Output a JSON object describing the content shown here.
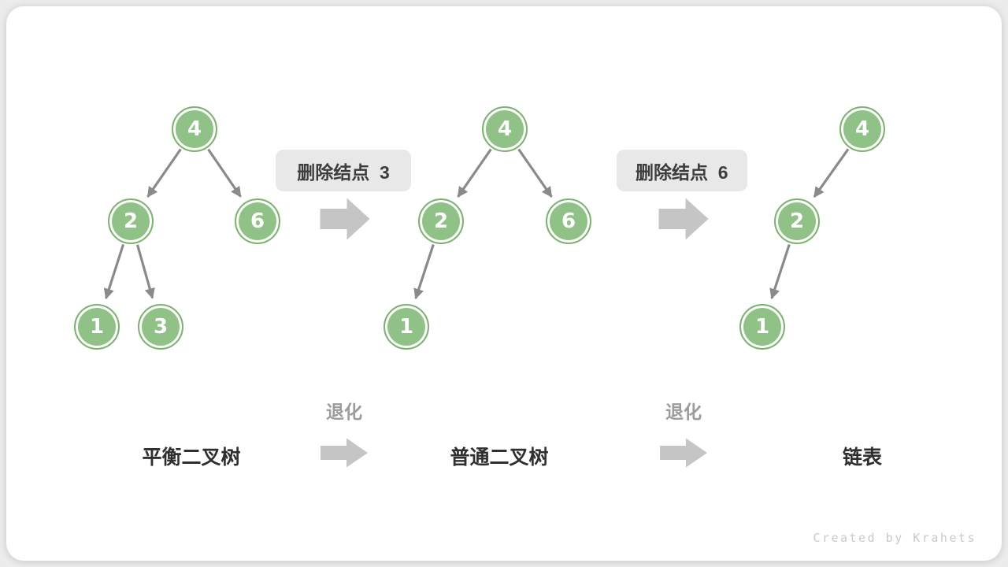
{
  "diagram": {
    "trees": [
      {
        "label": "平衡二叉树",
        "nodes": [
          {
            "value": "4"
          },
          {
            "value": "2"
          },
          {
            "value": "6"
          },
          {
            "value": "1"
          },
          {
            "value": "3"
          }
        ]
      },
      {
        "label": "普通二叉树",
        "nodes": [
          {
            "value": "4"
          },
          {
            "value": "2"
          },
          {
            "value": "6"
          },
          {
            "value": "1"
          }
        ]
      },
      {
        "label": "链表",
        "nodes": [
          {
            "value": "4"
          },
          {
            "value": "2"
          },
          {
            "value": "1"
          }
        ]
      }
    ],
    "deletions": [
      {
        "label": "删除结点  3"
      },
      {
        "label": "删除结点  6"
      }
    ],
    "degrade_label": "退化",
    "watermark": "Created by Krahets"
  },
  "colors": {
    "node_fill": "#90C287",
    "node_border": "#7CB36F",
    "node_text": "#FFFFFF",
    "edge_gray": "#8A8A8A",
    "block_arrow_gray": "#C5C5C5",
    "label_box_bg": "#E8E8E8",
    "label_text": "#3D3D3D",
    "caption_text": "#2F2F2F",
    "degrade_text": "#9C9C9C",
    "watermark_text": "#C9C9C9",
    "card_bg": "#FFFFFF"
  }
}
